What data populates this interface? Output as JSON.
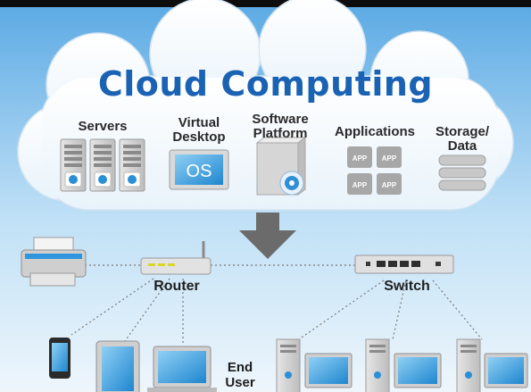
{
  "title": "Cloud Computing",
  "cloud_items": [
    {
      "label": "Servers",
      "icon": "server-rack-icon"
    },
    {
      "label": "Virtual Desktop",
      "icon": "virtual-desktop-icon"
    },
    {
      "label": "Software Platform",
      "icon": "software-box-icon"
    },
    {
      "label": "Applications",
      "icon": "app-tiles-icon"
    },
    {
      "label": "Storage/ Data",
      "icon": "database-icon"
    }
  ],
  "labels": {
    "servers": "Servers",
    "virtual_line1": "Virtual",
    "virtual_line2": "Desktop",
    "software_line1": "Software",
    "software_line2": "Platform",
    "applications": "Applications",
    "storage_line1": "Storage/",
    "storage_line2": "Data",
    "os": "OS",
    "app": "APP"
  },
  "network": {
    "router": "Router",
    "switch": "Switch",
    "end_user_line1": "End",
    "end_user_line2": "User"
  },
  "colors": {
    "title": "#1a62b3",
    "screen": "#3aa0e0",
    "arrow": "#6b6b6b"
  }
}
